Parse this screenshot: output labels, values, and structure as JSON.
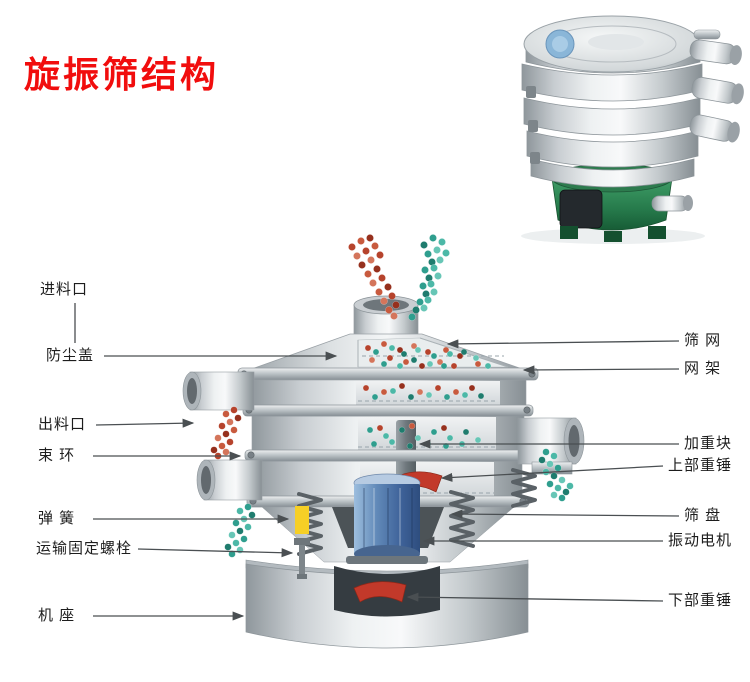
{
  "title": {
    "text": "旋振筛结构"
  },
  "colors": {
    "title_red": "#f10d0d",
    "particle_red": "#b6432c",
    "particle_teal": "#2f9e8e",
    "motor_blue": "#4a6fa5",
    "base_green": "#2d7b4e",
    "spring_highlight_yellow": "#f6cf26"
  },
  "diagram": {
    "labels_left": [
      {
        "id": "feed-inlet",
        "text": "进料口"
      },
      {
        "id": "dust-cover",
        "text": "防尘盖"
      },
      {
        "id": "discharge-outlet",
        "text": "出料口"
      },
      {
        "id": "clamp-ring",
        "text": "束 环"
      },
      {
        "id": "spring",
        "text": "弹 簧"
      },
      {
        "id": "transport-bolt",
        "text": "运输固定螺栓"
      },
      {
        "id": "machine-base",
        "text": "机 座"
      }
    ],
    "labels_right": [
      {
        "id": "screen-mesh",
        "text": "筛 网"
      },
      {
        "id": "mesh-frame",
        "text": "网 架"
      },
      {
        "id": "weight-block",
        "text": "加重块"
      },
      {
        "id": "upper-hammer",
        "text": "上部重锤"
      },
      {
        "id": "sieve-plate",
        "text": "筛 盘"
      },
      {
        "id": "vibration-motor",
        "text": "振动电机"
      },
      {
        "id": "lower-hammer",
        "text": "下部重锤"
      }
    ]
  }
}
